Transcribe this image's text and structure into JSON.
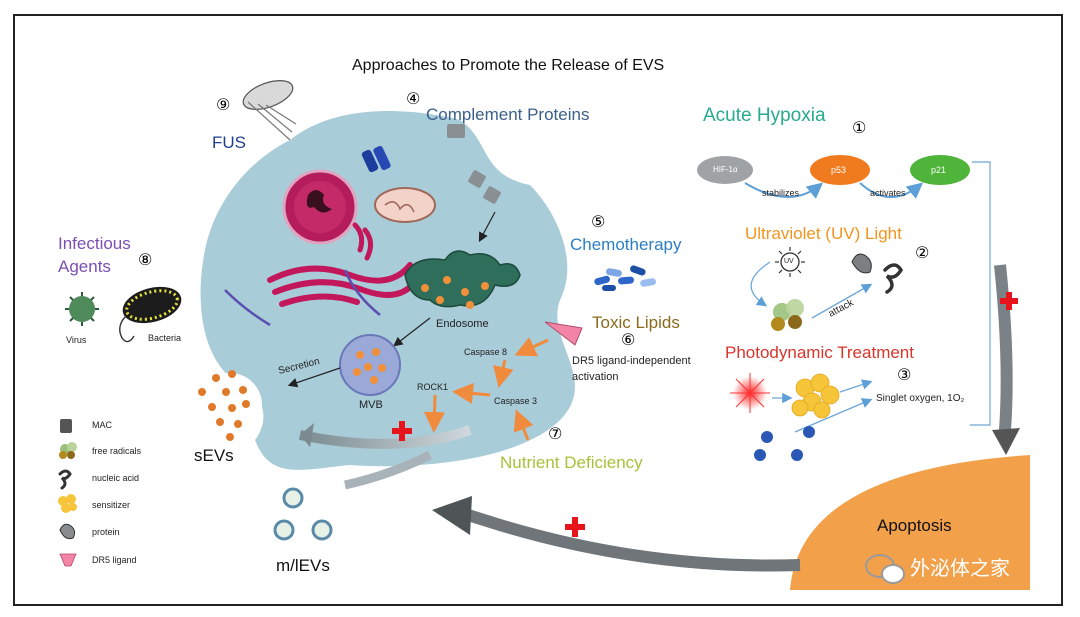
{
  "title": "Approaches to Promote the Release of EVS",
  "approaches": {
    "fus": {
      "num": "⑨",
      "label": "FUS"
    },
    "complement": {
      "num": "④",
      "label": "Complement Proteins"
    },
    "hypoxia": {
      "num": "①",
      "label": "Acute Hypoxia"
    },
    "uv": {
      "num": "②",
      "label": "Ultraviolet (UV) Light"
    },
    "pdt": {
      "num": "③",
      "label": "Photodynamic Treatment"
    },
    "chemo": {
      "num": "⑤",
      "label": "Chemotherapy"
    },
    "lipids": {
      "num": "⑥",
      "label": "Toxic Lipids"
    },
    "nutrient": {
      "num": "⑦",
      "label": "Nutrient Deficiency"
    },
    "infectious": {
      "num": "⑧",
      "label_line1": "Infectious",
      "label_line2": "Agents"
    }
  },
  "hypoxia_pathway": {
    "nodes": [
      "HIF-1α",
      "p53",
      "p21"
    ],
    "edges": [
      "stabilizes",
      "activates"
    ]
  },
  "uv_pathway": {
    "uv_symbol": "UV",
    "attack": "attack"
  },
  "pdt_pathway": {
    "singlet_oxygen": "Singlet oxygen,  1O₂"
  },
  "lipid_pathway": {
    "line1": "DR5 ligand-independent",
    "line2": "activation"
  },
  "cell_labels": {
    "endosome": "Endosome",
    "mvb": "MVB",
    "secretion": "Secretion",
    "caspase8": "Caspase 8",
    "caspase3": "Caspase 3",
    "rock1": "ROCK1"
  },
  "vesicles": {
    "sevs": "sEVs",
    "mlevs": "m/lEVs"
  },
  "apoptosis": "Apoptosis",
  "infectious_items": {
    "virus": "Virus",
    "bacteria": "Bacteria"
  },
  "legend": [
    {
      "icon": "mac-icon",
      "label": "MAC"
    },
    {
      "icon": "free-radicals-icon",
      "label": "free radicals"
    },
    {
      "icon": "nucleic-acid-icon",
      "label": "nucleic acid"
    },
    {
      "icon": "sensitizer-icon",
      "label": "sensitizer"
    },
    {
      "icon": "protein-icon",
      "label": "protein"
    },
    {
      "icon": "dr5-ligand-icon",
      "label": "DR5 ligand"
    }
  ],
  "watermark": "外泌体之家",
  "colors": {
    "cell": "#a9ccd9",
    "fus": "#1f3f8c",
    "complement": "#3a5f8a",
    "hypoxia": "#29a98f",
    "uv": "#f2951f",
    "pdt": "#d9342b",
    "chemo": "#2c7fc4",
    "lipids": "#8a6a1c",
    "nutrient": "#a6c23a",
    "infectious": "#7b4fb0",
    "apoptosis": "#f2a04a",
    "arrow_orange": "#f08a3c",
    "red_cross": "#e8141c"
  }
}
